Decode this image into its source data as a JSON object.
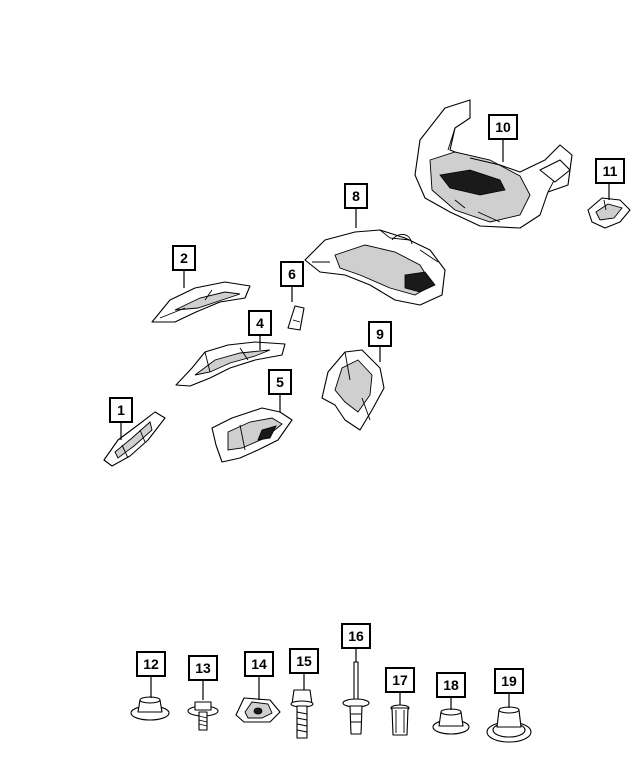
{
  "callouts": [
    {
      "id": "1",
      "label": "1"
    },
    {
      "id": "2",
      "label": "2"
    },
    {
      "id": "3",
      "label": "4"
    },
    {
      "id": "4",
      "label": "5"
    },
    {
      "id": "5",
      "label": "6"
    },
    {
      "id": "6",
      "label": "8"
    },
    {
      "id": "7",
      "label": "9"
    },
    {
      "id": "8",
      "label": "10"
    },
    {
      "id": "9",
      "label": "11"
    },
    {
      "id": "10",
      "label": "12"
    },
    {
      "id": "11",
      "label": "13"
    },
    {
      "id": "12",
      "label": "14"
    },
    {
      "id": "13",
      "label": "15"
    },
    {
      "id": "14",
      "label": "16"
    },
    {
      "id": "15",
      "label": "17"
    },
    {
      "id": "16",
      "label": "18"
    },
    {
      "id": "17",
      "label": "19"
    }
  ]
}
